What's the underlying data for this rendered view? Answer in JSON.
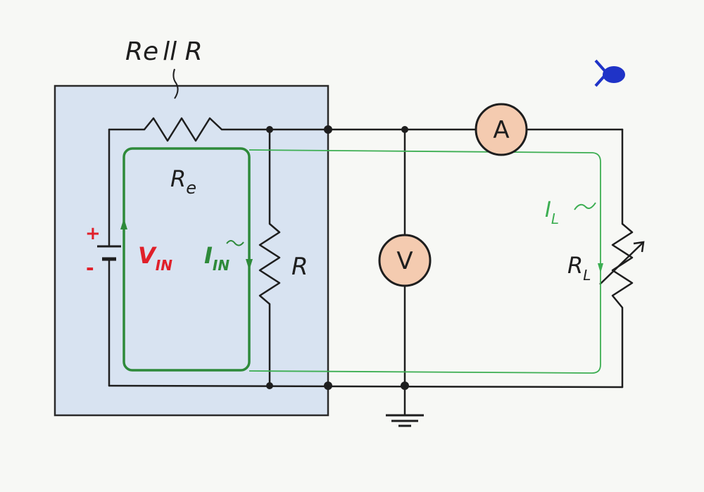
{
  "labels": {
    "re_parallel_r": "Re",
    "re_parallel_r_rest": "ll R",
    "re": "R",
    "re_sub": "e",
    "r": "R",
    "vin": "V",
    "vin_sub": "IN",
    "iin": "I",
    "iin_sub": "IN",
    "il": "I",
    "il_sub": "L",
    "rl": "R",
    "rl_sub": "L",
    "plus": "+",
    "minus": "-"
  },
  "meters": {
    "ammeter": "A",
    "voltmeter": "V"
  },
  "icons": {
    "viewer": "eye-icon"
  },
  "colors": {
    "wire": "#1e1e1e",
    "current_loop": "#2e8a3a",
    "load_loop": "#3cae52",
    "vin_label": "#e0202a",
    "shading": "#d7e2f0",
    "meter_fill": "#f4cbb0",
    "eye": "#1f33c7"
  }
}
